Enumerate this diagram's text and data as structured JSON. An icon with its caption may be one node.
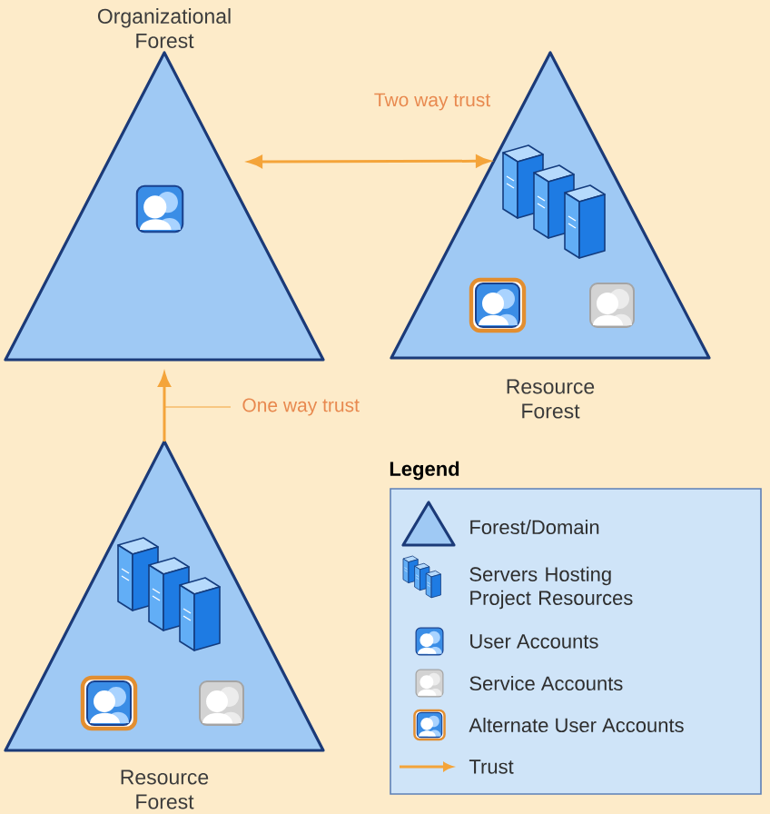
{
  "diagram": {
    "nodes": [
      {
        "text": [
          "Organizational Forest"
        ]
      },
      {
        "text": [
          "Resource Forest"
        ]
      },
      {
        "text": [
          "Resource Forest"
        ]
      }
    ],
    "edges": [
      {
        "from": 0,
        "to": 1,
        "arrow": "both",
        "label": "Two way trust"
      },
      {
        "from": 2,
        "to": 0,
        "arrow": "to",
        "label": "One way trust"
      }
    ],
    "labels": [
      "Legend"
    ],
    "legend": [
      {
        "text": "Forest/Domain"
      },
      {
        "text": "Servers Hosting Project Resources"
      },
      {
        "text": "User Accounts"
      },
      {
        "text": "Service Accounts"
      },
      {
        "text": "Alternate User Accounts"
      },
      {
        "text": "Trust"
      }
    ]
  }
}
